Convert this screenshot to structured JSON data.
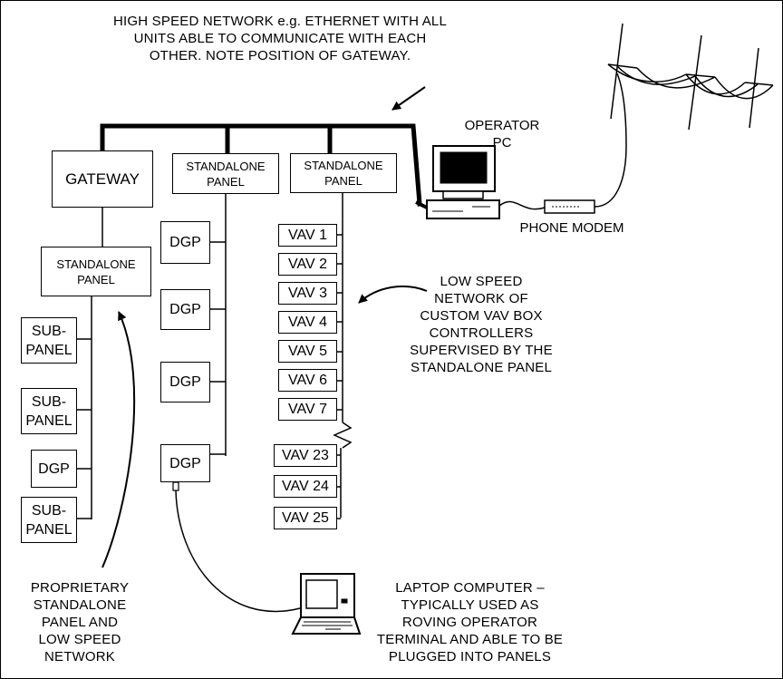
{
  "notes": {
    "network": [
      "HIGH SPEED NETWORK e.g. ETHERNET WITH ALL",
      "UNITS ABLE TO COMMUNICATE WITH EACH",
      "OTHER. NOTE POSITION OF GATEWAY."
    ],
    "low_speed": [
      "LOW SPEED",
      "NETWORK OF",
      "CUSTOM VAV BOX",
      "CONTROLLERS",
      "SUPERVISED BY THE",
      "STANDALONE PANEL"
    ],
    "proprietary": [
      "PROPRIETARY",
      "STANDALONE",
      "PANEL AND",
      "LOW SPEED",
      "NETWORK"
    ],
    "laptop": [
      "LAPTOP COMPUTER –",
      "TYPICALLY USED AS",
      "ROVING OPERATOR",
      "TERMINAL AND ABLE TO BE",
      "PLUGGED INTO PANELS"
    ]
  },
  "labels": {
    "operator_pc": [
      "OPERATOR",
      "PC"
    ],
    "phone_modem": "PHONE MODEM"
  },
  "nodes": {
    "gateway": "GATEWAY",
    "standalone_1": [
      "STANDALONE",
      "PANEL"
    ],
    "standalone_2": [
      "STANDALONE",
      "PANEL"
    ],
    "standalone_left": [
      "STANDALONE",
      "PANEL"
    ],
    "sub_1": [
      "SUB-",
      "PANEL"
    ],
    "sub_2": [
      "SUB-",
      "PANEL"
    ],
    "dgp_left": "DGP",
    "sub_3": [
      "SUB-",
      "PANEL"
    ],
    "dgp": [
      "DGP",
      "DGP",
      "DGP",
      "DGP"
    ],
    "vav": [
      "VAV 1",
      "VAV 2",
      "VAV 3",
      "VAV 4",
      "VAV 5",
      "VAV 6",
      "VAV 7",
      "VAV 23",
      "VAV 24",
      "VAV 25"
    ]
  }
}
